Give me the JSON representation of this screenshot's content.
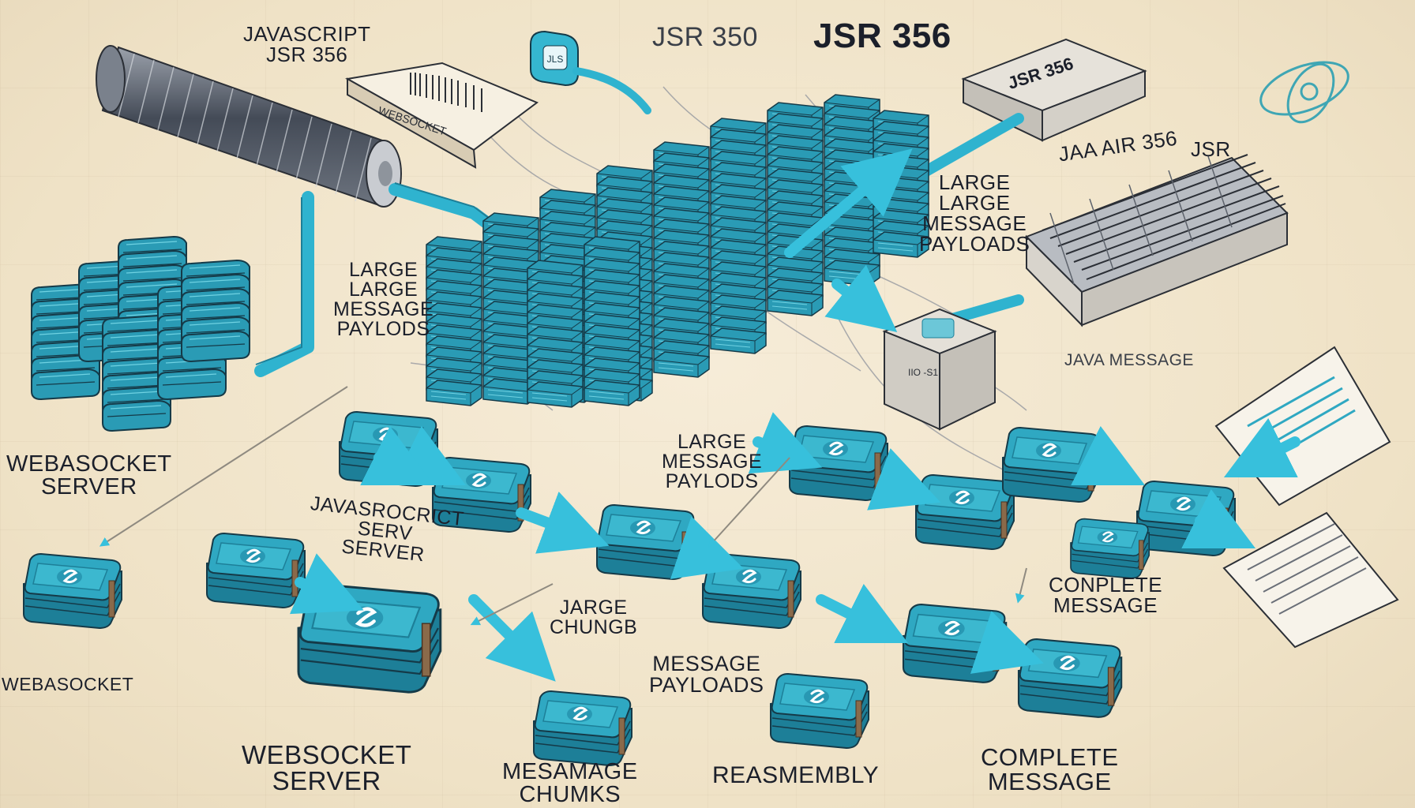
{
  "labels": {
    "javascript_jsr356": "JAVASCRIPT\nJSR 356",
    "jsr_small": "JSR 350",
    "jsr_big": "JSR 356",
    "router_label": "JSR 356",
    "jaa_air": "JAA AIR 356",
    "jsr_right": "JSR",
    "large_payloads_right": "LARGE\nLARGE\nMESSAGE\nPAYLOADS",
    "large_payloads_left": "LARGE\nLARGE\nMESSAGE\nPAYLODS",
    "large_payloads_center": "LARGE\nMESSAGE\nPAYLODS",
    "java_message": "JAVA MESSAGE",
    "websocket_server_left": "WEBASOCKET\nSERVER",
    "websocket_small": "WEBASOCKET",
    "javascript_server": "JAVASROCRICT\nSERV\nSERVER",
    "jarge_chunge": "JARGE\nCHUNGB",
    "message_payloads_bottom": "MESSAGE\nPAYLOADS",
    "complete_message_right": "CONPLETE\nMESSAGE",
    "websocket_server_bottom": "WEBSOCKET\nSERVER",
    "message_chunks": "MESAMAGE\nCHUMKS",
    "reassembly": "REASMEMBLY",
    "complete_message_bottom": "COMPLETE\nMESSAGE",
    "device_glyph": "JLS",
    "small_box_text": "IIO\n-S1"
  },
  "colors": {
    "teal": "#2fa8c2",
    "teal_dark": "#1d7f98",
    "teal_light": "#5ccbdc",
    "arrow": "#37c0dc",
    "ink": "#1b1f2a",
    "paper": "#f1e6cf"
  },
  "icons": [
    "coil-cable-icon",
    "server-stack-icon",
    "chunk-block-icon",
    "arrow-icon",
    "network-router-icon",
    "cpu-heatsink-icon",
    "document-icon",
    "swirl-logo-icon",
    "package-cube-icon"
  ]
}
